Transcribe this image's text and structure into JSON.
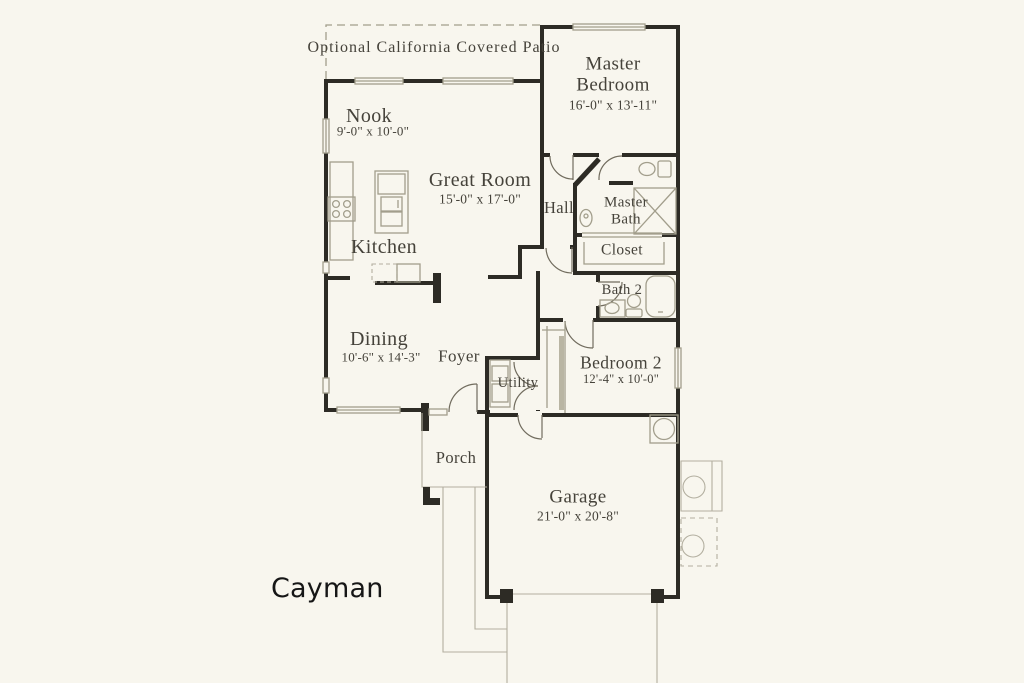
{
  "plan": {
    "name": "Cayman"
  },
  "labels": {
    "patio": "Optional California Covered Patio",
    "master_bedroom": {
      "line1": "Master",
      "line2": "Bedroom",
      "dims": "16'-0\" x 13'-11\""
    },
    "nook": {
      "name": "Nook",
      "dims": "9'-0\" x 10'-0\""
    },
    "great_room": {
      "name": "Great Room",
      "dims": "15'-0\" x 17'-0\""
    },
    "hall": "Hall",
    "master_bath": {
      "line1": "Master",
      "line2": "Bath"
    },
    "closet": "Closet",
    "kitchen": "Kitchen",
    "bath2": "Bath 2",
    "dining": {
      "name": "Dining",
      "dims": "10'-6\" x 14'-3\""
    },
    "foyer": "Foyer",
    "utility": "Utility",
    "bedroom2": {
      "name": "Bedroom 2",
      "dims": "12'-4\" x 10'-0\""
    },
    "porch": "Porch",
    "garage": {
      "name": "Garage",
      "dims": "21'-0\" x 20'-8\""
    }
  },
  "colors": {
    "background": "#f8f6ee",
    "walls": "#2d2b25",
    "thin_lines": "#a29e8c",
    "door_arcs": "#716c5e",
    "text": "#45423a",
    "plan_name_text": "#161616"
  }
}
